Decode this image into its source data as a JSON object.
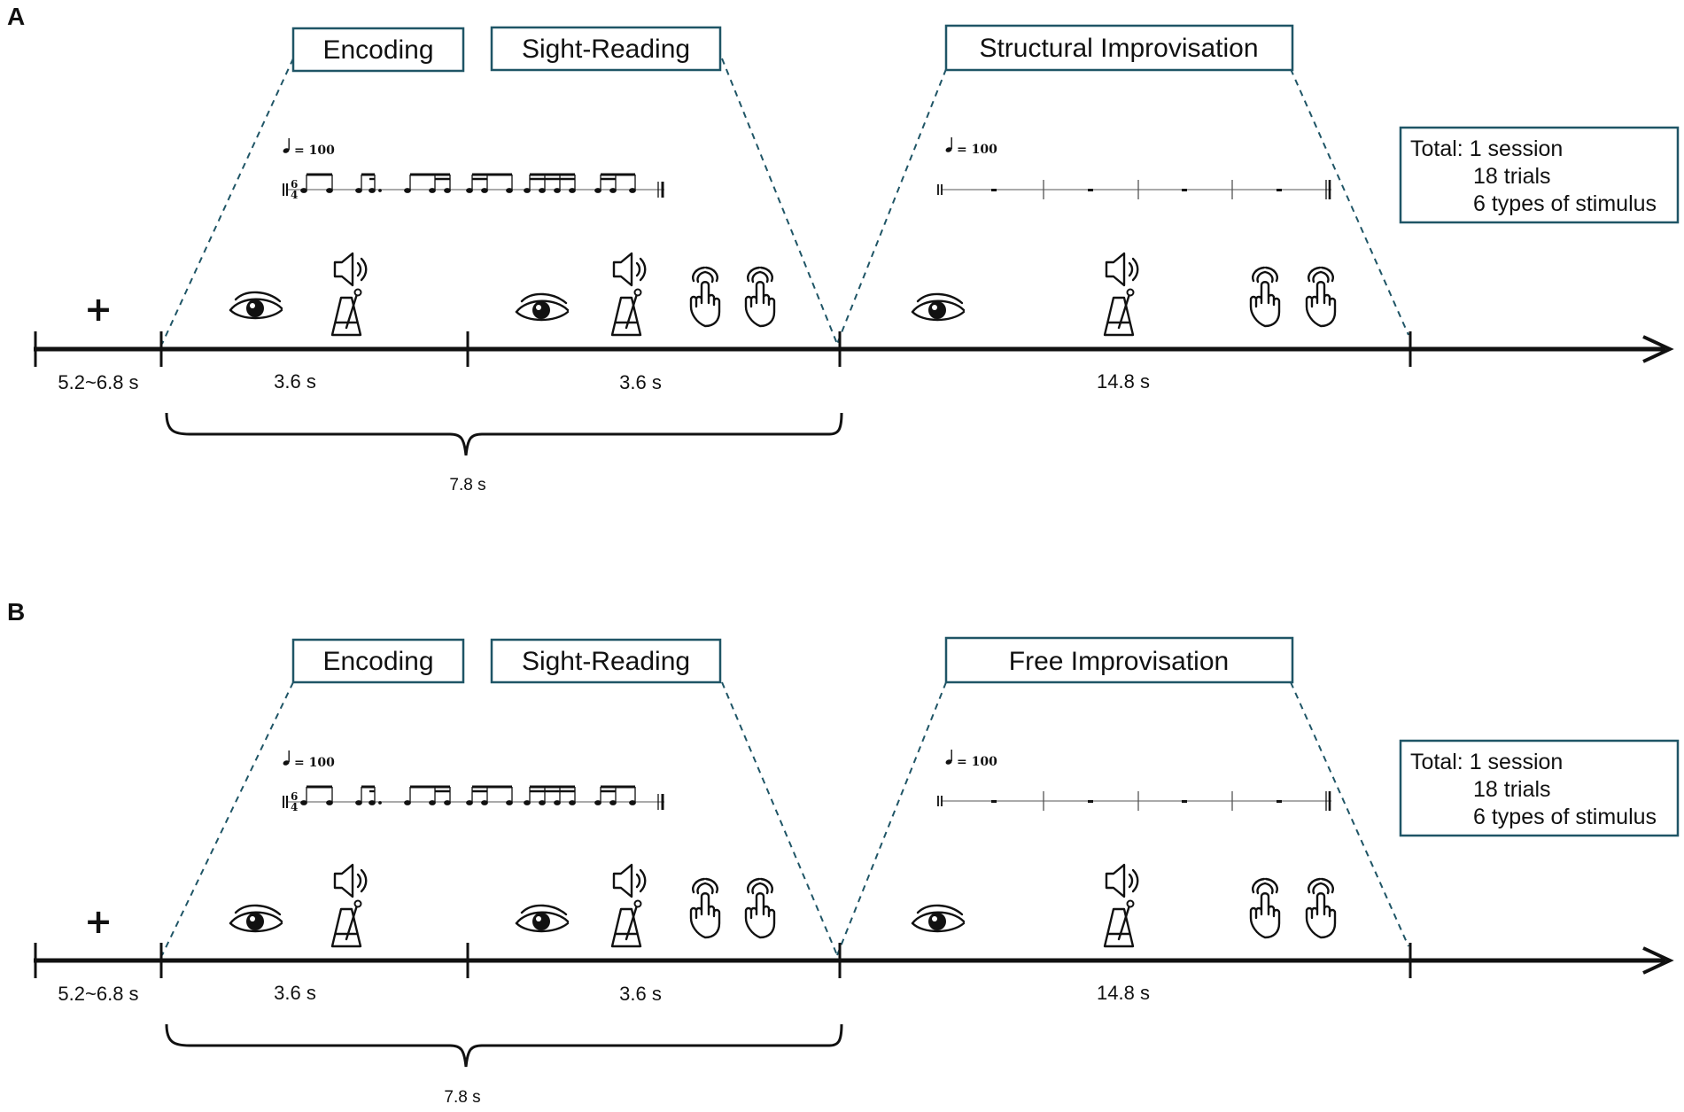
{
  "panels": [
    {
      "letter": "A",
      "phases": {
        "encoding": "Encoding",
        "sight_reading": "Sight-Reading",
        "improvisation": "Structural Improvisation"
      },
      "tempo_rhythm": "= 100",
      "tempo_improv": "= 100",
      "time_signature": {
        "top": "6",
        "bottom": "4"
      },
      "durations": {
        "fixation": "5.2~6.8 s",
        "encoding": "3.6 s",
        "sight_reading": "3.6 s",
        "improvisation": "14.8 s",
        "brace": "7.8 s"
      },
      "total": {
        "line1": "Total: 1 session",
        "line2": "18 trials",
        "line3": "6 types of stimulus"
      }
    },
    {
      "letter": "B",
      "phases": {
        "encoding": "Encoding",
        "sight_reading": "Sight-Reading",
        "improvisation": "Free Improvisation"
      },
      "tempo_rhythm": "= 100",
      "tempo_improv": "= 100",
      "time_signature": {
        "top": "6",
        "bottom": "4"
      },
      "durations": {
        "fixation": "5.2~6.8 s",
        "encoding": "3.6 s",
        "sight_reading": "3.6 s",
        "improvisation": "14.8 s",
        "brace": "7.8 s"
      },
      "total": {
        "line1": "Total: 1 session",
        "line2": "18 trials",
        "line3": "6 types of stimulus"
      }
    }
  ],
  "icons": [
    "fixation-cross-icon",
    "eye-icon",
    "speaker-icon",
    "metronome-icon",
    "tapping-hand-icon"
  ],
  "colors": {
    "box_border": "#1f5566",
    "axis": "#111111"
  }
}
